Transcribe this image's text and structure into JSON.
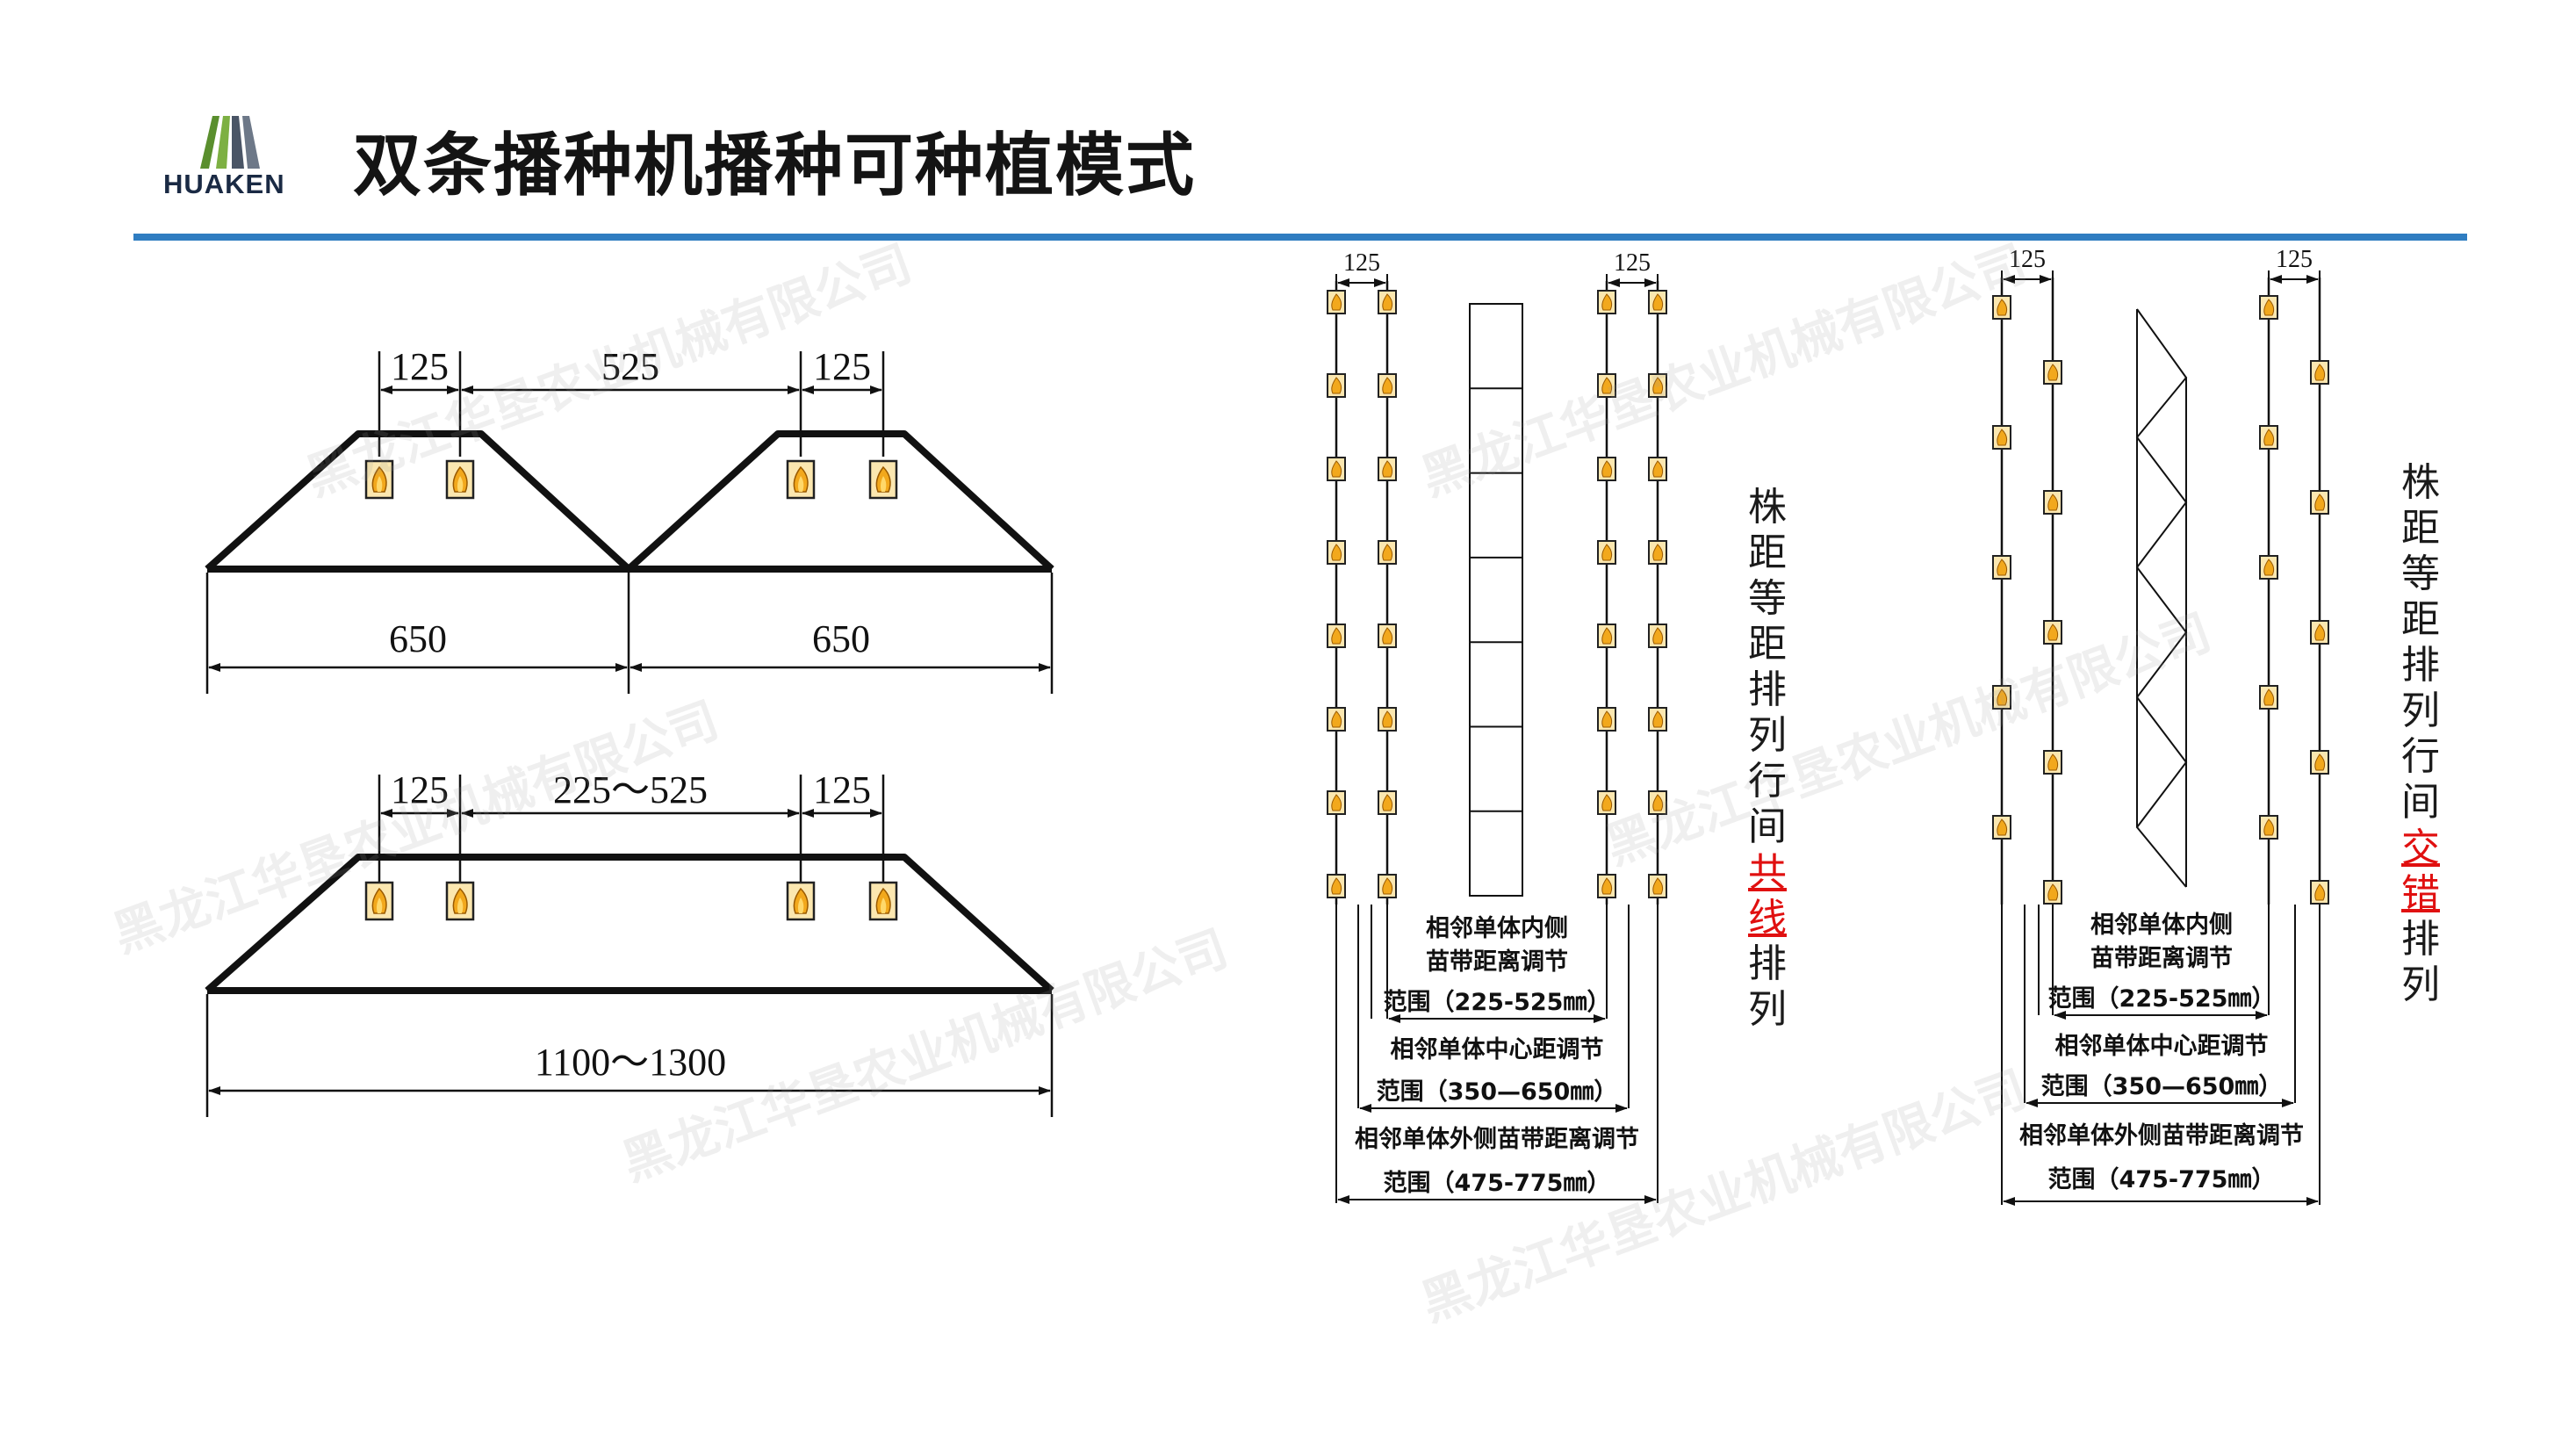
{
  "header": {
    "logo_text": "HUAKEN",
    "title": "双条播种机播种可种植模式"
  },
  "watermark": "黑龙江华垦农业机械有限公司",
  "diagram_top": {
    "dims": [
      "125",
      "525",
      "125"
    ],
    "bases": [
      "650",
      "650"
    ]
  },
  "diagram_bottom": {
    "dims": [
      "125",
      "225～525",
      "125"
    ],
    "base": "1100～1300"
  },
  "panel_inline": {
    "spacing_top": [
      "125",
      "125"
    ],
    "caption_inner": [
      "相邻单体内侧",
      "苗带距离调节",
      "范围（225-525㎜）"
    ],
    "caption_center": [
      "相邻单体中心距调节",
      "范围（350—650㎜）"
    ],
    "caption_outer": [
      "相邻单体外侧苗带距离调节",
      "范围（475-775㎜）"
    ],
    "side_text": [
      "株",
      "距",
      "等",
      "距",
      "排",
      "列",
      "行",
      "间"
    ],
    "side_text_red": [
      "共",
      "线"
    ],
    "side_text_end": [
      "排",
      "列"
    ]
  },
  "panel_staggered": {
    "spacing_top": [
      "125",
      "125"
    ],
    "caption_inner": [
      "相邻单体内侧",
      "苗带距离调节",
      "范围（225-525㎜）"
    ],
    "caption_center": [
      "相邻单体中心距调节",
      "范围（350—650㎜）"
    ],
    "caption_outer": [
      "相邻单体外侧苗带距离调节",
      "范围（475-775㎜）"
    ],
    "side_text": [
      "株",
      "距",
      "等",
      "距",
      "排",
      "列",
      "行",
      "间"
    ],
    "side_text_red": [
      "交",
      "错"
    ],
    "side_text_end": [
      "排",
      "列"
    ]
  },
  "colors": {
    "accent_rule": "#2f7dc1",
    "seed_fill": "#f2a81c",
    "highlight_red": "#e01010",
    "logo_green": "#5a8f2e",
    "logo_gray": "#4a5566"
  }
}
